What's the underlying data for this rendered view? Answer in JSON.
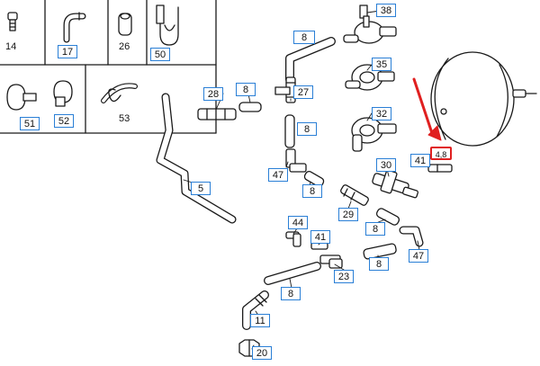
{
  "diagram": {
    "callouts": {
      "p14": "14",
      "p17": "17",
      "p26": "26",
      "p50": "50",
      "p51": "51",
      "p52": "52",
      "p53": "53",
      "p38": "38",
      "p35": "35",
      "p32": "32",
      "p8a": "8",
      "p8b": "8",
      "p8c": "8",
      "p8d": "8",
      "p8e": "8",
      "p8f": "8",
      "p8g": "8",
      "p28": "28",
      "p27": "27",
      "p47a": "47",
      "p47b": "47",
      "p5": "5",
      "p30": "30",
      "p41a": "41",
      "p41b": "41",
      "p29": "29",
      "p44": "44",
      "p23": "23",
      "p11": "11",
      "p20": "20",
      "p_sel": "4,8"
    },
    "colors": {
      "line": "#1a1a1a",
      "callout_border": "#2a7fd6",
      "arrow": "#e02020"
    }
  }
}
